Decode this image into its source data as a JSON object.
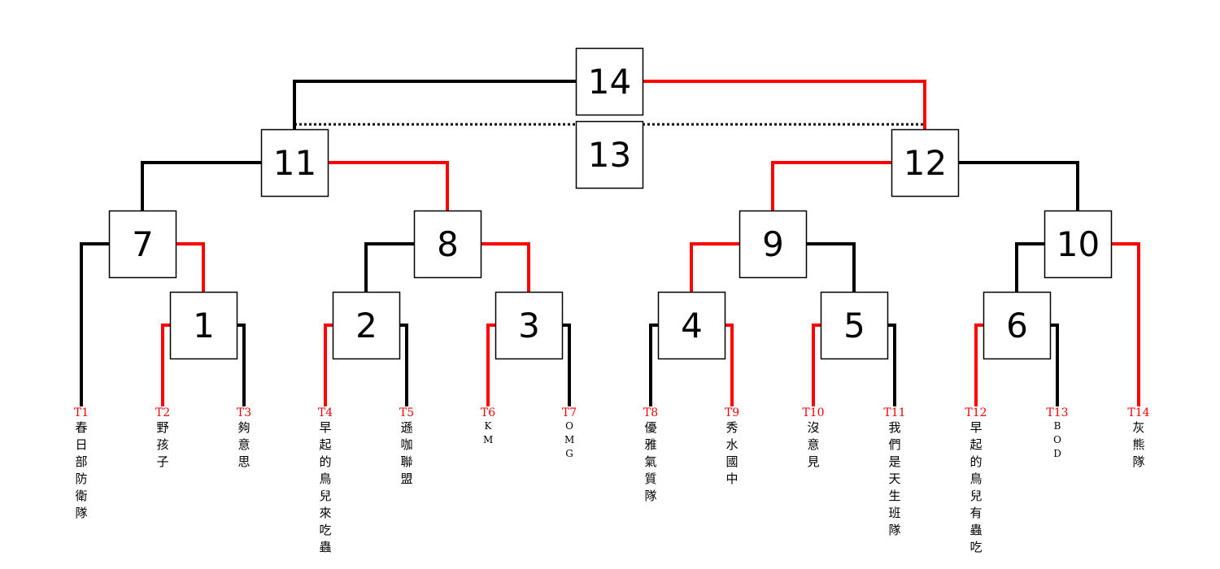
{
  "colors": {
    "winner_path": "#ff0000",
    "other_path": "#000000",
    "box_border": "#000000",
    "box_fill": "#ffffff"
  },
  "matches": [
    {
      "id": "m1",
      "label": "1"
    },
    {
      "id": "m2",
      "label": "2"
    },
    {
      "id": "m3",
      "label": "3"
    },
    {
      "id": "m4",
      "label": "4"
    },
    {
      "id": "m5",
      "label": "5"
    },
    {
      "id": "m6",
      "label": "6"
    },
    {
      "id": "m7",
      "label": "7"
    },
    {
      "id": "m8",
      "label": "8"
    },
    {
      "id": "m9",
      "label": "9"
    },
    {
      "id": "m10",
      "label": "10"
    },
    {
      "id": "m11",
      "label": "11"
    },
    {
      "id": "m12",
      "label": "12"
    },
    {
      "id": "m13",
      "label": "13"
    },
    {
      "id": "m14",
      "label": "14"
    }
  ],
  "teams": [
    {
      "code": "T1",
      "name": "春日部防衛隊",
      "code_color": "#ff0000"
    },
    {
      "code": "T2",
      "name": "野孩子",
      "code_color": "#ff0000"
    },
    {
      "code": "T3",
      "name": "夠意思",
      "code_color": "#ff0000"
    },
    {
      "code": "T4",
      "name": "早起的鳥兒來吃蟲",
      "code_color": "#ff0000"
    },
    {
      "code": "T5",
      "name": "遜咖聯盟",
      "code_color": "#ff0000"
    },
    {
      "code": "T6",
      "name": "KM",
      "code_color": "#ff0000"
    },
    {
      "code": "T7",
      "name": "OMG",
      "code_color": "#ff0000"
    },
    {
      "code": "T8",
      "name": "優雅氣質隊",
      "code_color": "#ff0000"
    },
    {
      "code": "T9",
      "name": "秀水國中",
      "code_color": "#ff0000"
    },
    {
      "code": "T10",
      "name": "沒意見",
      "code_color": "#ff0000"
    },
    {
      "code": "T11",
      "name": "我們是天生班隊",
      "code_color": "#ff0000"
    },
    {
      "code": "T12",
      "name": "早起的鳥兒有蟲吃",
      "code_color": "#ff0000"
    },
    {
      "code": "T13",
      "name": "BOD",
      "code_color": "#ff0000"
    },
    {
      "code": "T14",
      "name": "灰熊隊",
      "code_color": "#ff0000"
    }
  ]
}
